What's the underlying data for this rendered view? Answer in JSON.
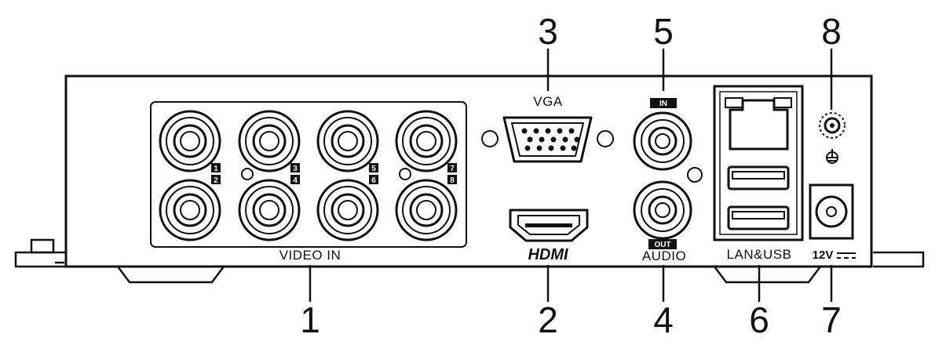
{
  "callouts": {
    "c1": "1",
    "c2": "2",
    "c3": "3",
    "c4": "4",
    "c5": "5",
    "c6": "6",
    "c7": "7",
    "c8": "8"
  },
  "labels": {
    "video_in": "VIDEO IN",
    "hdmi": "HDMI",
    "vga": "VGA",
    "audio": "AUDIO",
    "audio_in": "IN",
    "audio_out": "OUT",
    "lan_usb": "LAN&USB",
    "power": "12V"
  },
  "channels": {
    "ch1": "1",
    "ch2": "2",
    "ch3": "3",
    "ch4": "4",
    "ch5": "5",
    "ch6": "6",
    "ch7": "7",
    "ch8": "8"
  }
}
